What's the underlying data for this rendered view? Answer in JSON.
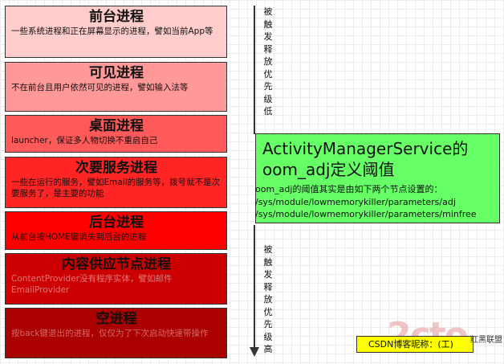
{
  "processes": [
    {
      "title": "前台进程",
      "desc": "一些系统进程和正在屏幕显示的进程，譬如当前App等"
    },
    {
      "title": "可见进程",
      "desc": "不在前台且用户依然可见的进程，譬如输入法等"
    },
    {
      "title": "桌面进程",
      "desc": "launcher，保证多人物切换不重启自己"
    },
    {
      "title": "次要服务进程",
      "desc": "一些在运行的服务，譬如Email的服务等，拨号就不是次要服务了，是主要的功能"
    },
    {
      "title": "后台进程",
      "desc": "从前台按HOME键消失到后台的进程"
    },
    {
      "title": "内容供应节点进程",
      "desc": "ContentProvider没有程序实体，譬如邮件EmailProvider"
    },
    {
      "title": "空进程",
      "desc": "按back键退出的进程，仅仅为了下次启动快速带操作"
    }
  ],
  "axis": {
    "top_label": "被触发释放优先级低",
    "bottom_label": "被触发释放优先级高"
  },
  "ams": {
    "title": "ActivityManagerService的oom_adj定义阈值",
    "desc": "oom_adj的阈值其实是由如下两个节点设置的：\n/sys/module/lowmemorykiller/parameters/adj\n/sys/module/lowmemorykiller/parameters/minfree"
  },
  "footer": {
    "csdn_label": "CSDN博客昵称：(工)",
    "watermark": "2cto",
    "watermark_small": "红黑联盟"
  }
}
